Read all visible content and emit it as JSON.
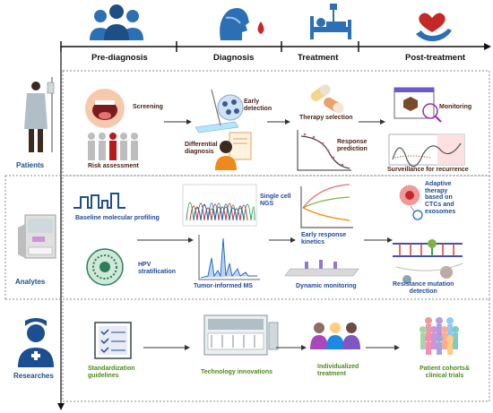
{
  "phases": [
    "Pre-diagnosis",
    "Diagnosis",
    "Treatment",
    "Post-treatment"
  ],
  "side_labels": {
    "patients": "Patients",
    "analytes": "Analytes",
    "researches": "Researches"
  },
  "patients_row": {
    "screening": "Screening",
    "risk_assessment": "Risk assessment",
    "early_detection": "Early\ndetection",
    "differential_diagnosis": "Differential\ndiagnosis",
    "therapy_selection": "Therapy selection",
    "response_prediction": "Response\nprediction",
    "monitoring": "Monitoring",
    "surveillance": "Surveillance for recurrence"
  },
  "analytes_row": {
    "baseline_profiling": "Baseline molecular profiling",
    "single_cell_ngs": "Single cell\nNGS",
    "hpv_stratification": "HPV\nstratification",
    "tumor_informed_ms": "Tumor-informed MS",
    "early_response_kinetics": "Early response\nkinetics",
    "dynamic_monitoring": "Dynamic  monitoring",
    "adaptive_therapy": "Adaptive\ntherapy\nbased on\nCTCs and\nexosomes",
    "resistance_mutation": "Resistance mutation\ndetection"
  },
  "research_row": {
    "standardization": "Standardization\nguidelines",
    "technology": "Technology innovations",
    "individualized": "Individualized\ntreatment",
    "cohorts": "Patient cohorts&\nclinical trials"
  },
  "colors": {
    "dark_label": "#4a2418",
    "blue_label": "#1f4a9b",
    "green_label": "#4f8a17",
    "icon_blue": "#1c4f8f"
  }
}
